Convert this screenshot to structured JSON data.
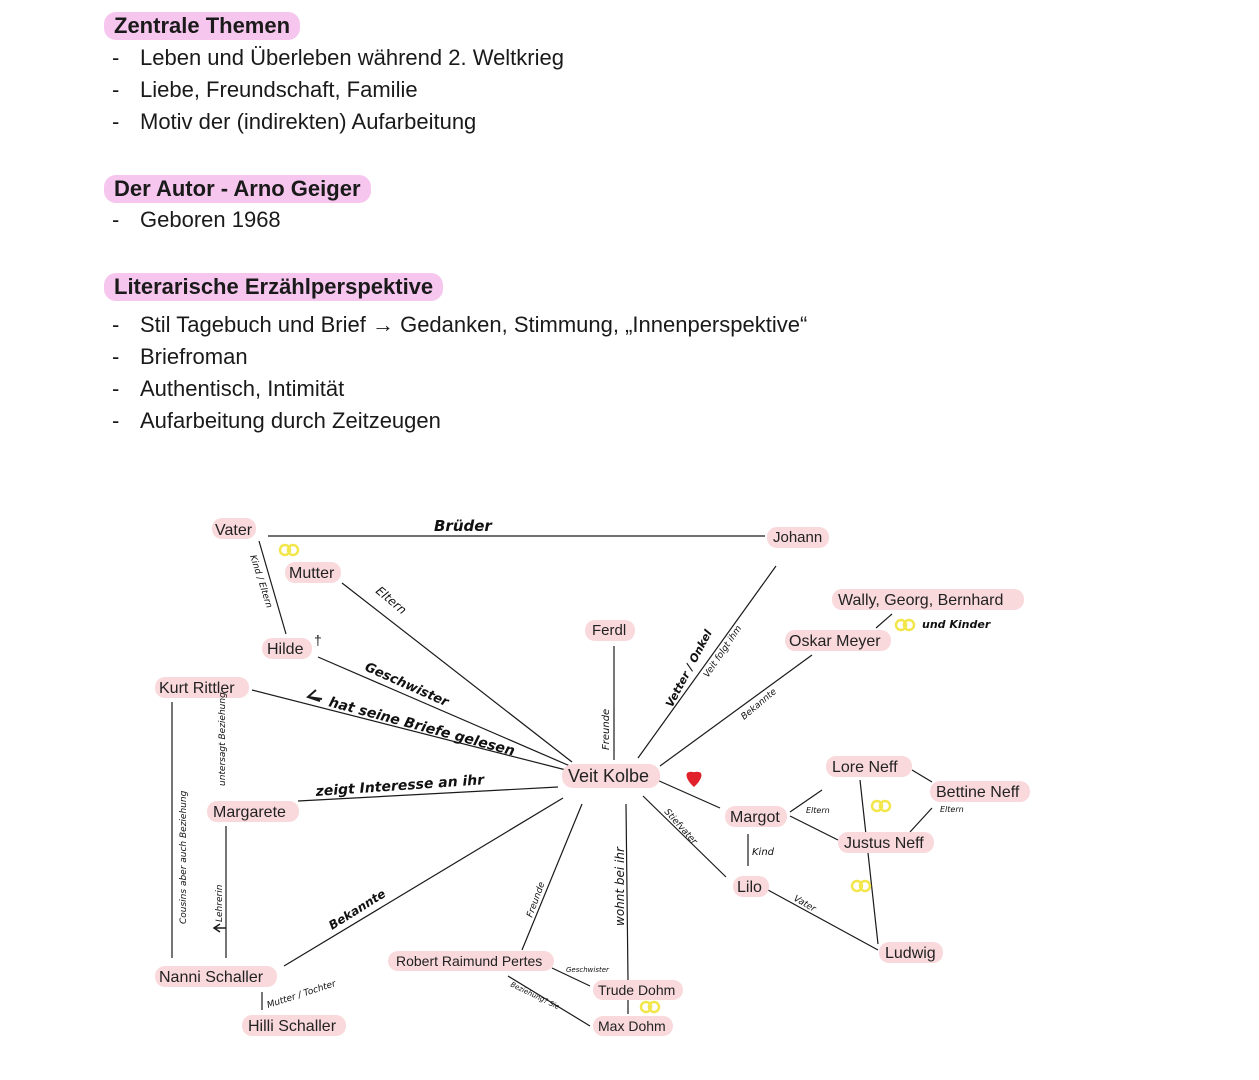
{
  "sections": {
    "themes": {
      "heading": "Zentrale Themen",
      "items": [
        "Leben und Überleben während 2. Weltkrieg",
        "Liebe, Freundschaft, Familie",
        "Motiv der (indirekten) Aufarbeitung"
      ]
    },
    "author": {
      "heading": "Der Autor - Arno Geiger",
      "items": [
        "Geboren 1968"
      ]
    },
    "perspective": {
      "heading": "Literarische Erzählperspektive",
      "items": [
        "Stil Tagebuch und Brief → Gedanken, Stimmung, „Innenperspektive“",
        "Briefroman",
        "Authentisch, Intimität",
        "Aufarbeitung durch Zeitzeugen"
      ]
    }
  },
  "colors": {
    "heading_highlight": "#f6c6ee",
    "node_highlight": "#f9d9dc",
    "ring_yellow": "#f2e64a",
    "heart_red": "#e0202a",
    "line": "#1a1a1a"
  },
  "diagram": {
    "nodes": {
      "vater": "Vater",
      "mutter": "Mutter",
      "hilde": "Hilde",
      "hilde_mark": "†",
      "johann": "Johann",
      "ferdl": "Ferdl",
      "wally": "Wally, Georg, Bernhard",
      "oskar": "Oskar Meyer",
      "kurt": "Kurt Rittler",
      "veit": "Veit Kolbe",
      "margarete": "Margarete",
      "lore": "Lore Neff",
      "bettine": "Bettine Neff",
      "margot": "Margot",
      "justus": "Justus Neff",
      "lilo": "Lilo",
      "ludwig": "Ludwig",
      "nanni": "Nanni Schaller",
      "hilli": "Hilli Schaller",
      "robert": "Robert Raimund Pertes",
      "trude": "Trude Dohm",
      "max": "Max Dohm"
    },
    "labels": {
      "brueder": "Brüder",
      "kind_eltern": "Kind / Eltern",
      "eltern": "Eltern",
      "geschwister": "Geschwister",
      "briefe": "hat seine Briefe gelesen",
      "interesse": "zeigt Interesse an ihr",
      "freunde_ferdl": "Freunde",
      "vetter": "Vetter / Onkel",
      "veit_folgt": "Veit folgt ihm",
      "bekannte_oskar": "Bekannte",
      "und_kinder": "und Kinder",
      "stiefvater": "Stiefvater",
      "eltern_margot": "Eltern",
      "eltern_bettine": "Eltern",
      "kind": "Kind",
      "vater_lilo": "Vater",
      "wohnt": "wohnt bei ihr",
      "freunde_robert": "Freunde",
      "bekannte_nanni": "Bekannte",
      "untersagt": "untersagt Beziehung",
      "cousins": "Cousins aber auch Beziehung",
      "lehrerin": "Lehrerin",
      "mutter_tochter": "Mutter / Tochter",
      "geschwister_trude": "Geschwister",
      "beziehung_max": "Beziehung? Sie"
    }
  }
}
